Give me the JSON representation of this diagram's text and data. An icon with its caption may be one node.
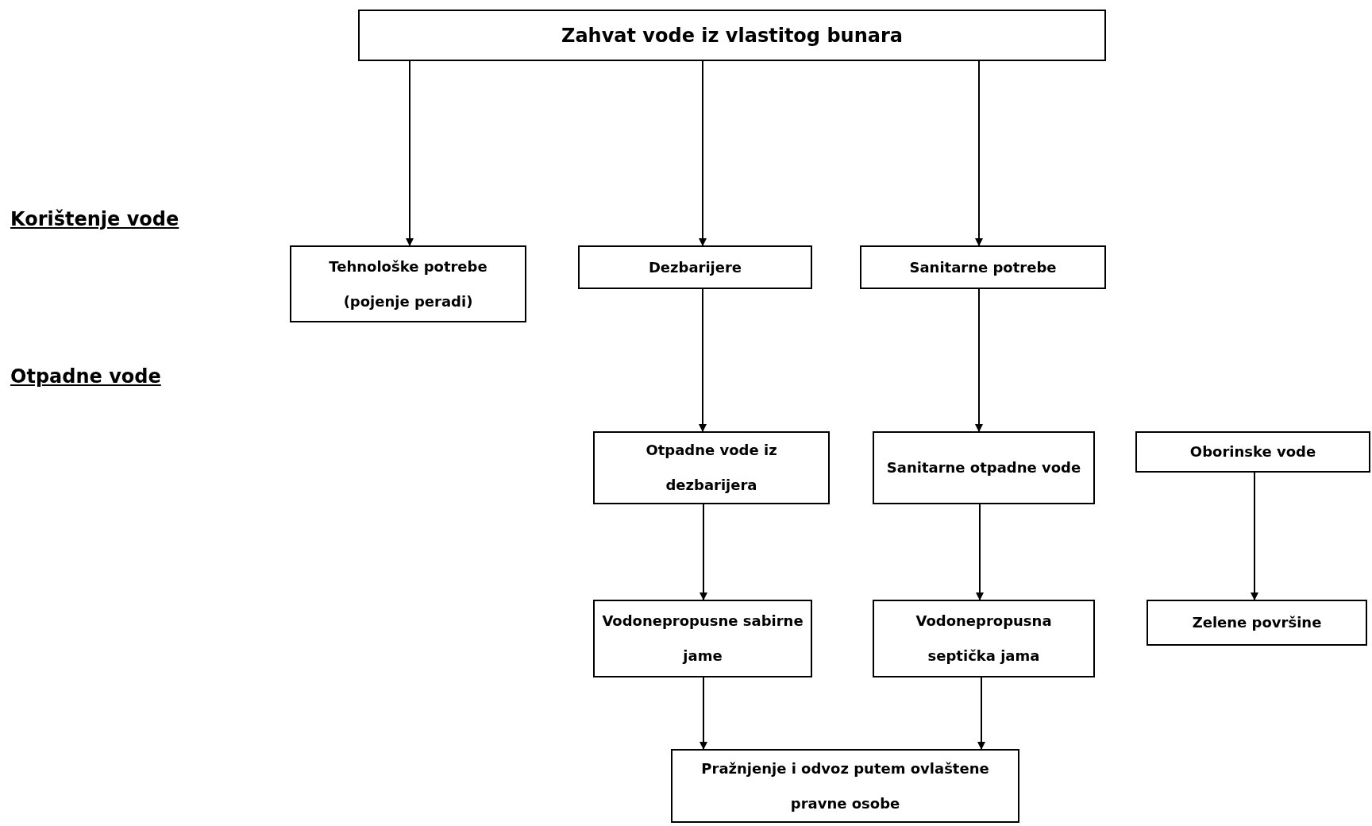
{
  "diagram": {
    "nodes": [
      {
        "text": [
          "Zahvat vode iz vlastitog bunara"
        ]
      },
      {
        "text": [
          "Tehnološke potrebe (pojenje peradi)"
        ]
      },
      {
        "text": [
          "Dezbarijere"
        ]
      },
      {
        "text": [
          "Sanitarne potrebe"
        ]
      },
      {
        "text": [
          "Otpadne vode iz dezbarijera"
        ]
      },
      {
        "text": [
          "Sanitarne otpadne vode"
        ]
      },
      {
        "text": [
          "Oborinske vode"
        ]
      },
      {
        "text": [
          "Vodonepropusne sabirne jame"
        ]
      },
      {
        "text": [
          "Vodonepropusna septička jama"
        ]
      },
      {
        "text": [
          "Zelene površine"
        ]
      },
      {
        "text": [
          "Pražnjenje i odvoz putem ovlaštene pravne osobe"
        ]
      }
    ],
    "edges": [
      {
        "from": 0,
        "to": 1,
        "arrow": "to"
      },
      {
        "from": 0,
        "to": 2,
        "arrow": "to"
      },
      {
        "from": 0,
        "to": 3,
        "arrow": "to"
      },
      {
        "from": 2,
        "to": 4,
        "arrow": "to"
      },
      {
        "from": 3,
        "to": 5,
        "arrow": "to"
      },
      {
        "from": 4,
        "to": 7,
        "arrow": "to"
      },
      {
        "from": 5,
        "to": 8,
        "arrow": "to"
      },
      {
        "from": 6,
        "to": 9,
        "arrow": "to"
      },
      {
        "from": 7,
        "to": 10,
        "arrow": "to"
      },
      {
        "from": 8,
        "to": 10,
        "arrow": "to"
      }
    ],
    "labels": [
      "Korištenje vode",
      "Otpadne vode"
    ]
  }
}
